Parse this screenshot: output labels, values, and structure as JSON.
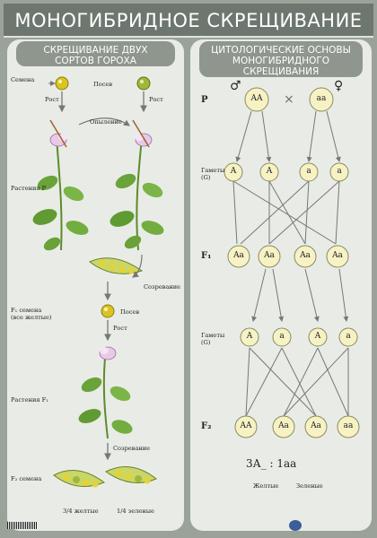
{
  "title": "МОНОГИБРИДНОЕ СКРЕЩИВАНИЕ",
  "left_panel": {
    "heading_line1": "СКРЕЩИВАНИЕ ДВУХ",
    "heading_line2": "СОРТОВ ГОРОХА",
    "seeds_label": "Семена",
    "sowing_label": "Посев",
    "growth_left_label": "Рост",
    "growth_right_label": "Рост",
    "pollination_label": "Опыление",
    "plants_p_label": "Растения Р",
    "ripening_label": "Созревание",
    "f1_seeds_line1": "F₁ семена",
    "f1_seeds_line2": "(все желтые)",
    "sowing2_label": "Посев",
    "growth2_label": "Рост",
    "plants_f1_label": "Растения F₁",
    "ripening2_label": "Созревание",
    "f2_seeds_label": "F₂ семена",
    "ratio_yellow": "3/4 желтые",
    "ratio_green": "1/4 зеленые"
  },
  "right_panel": {
    "heading_line1": "ЦИТОЛОГИЧЕСКИЕ ОСНОВЫ",
    "heading_line2": "МОНОГИБРИДНОГО",
    "heading_line3": "СКРЕЩИВАНИЯ",
    "p_label": "P",
    "male_symbol": "♂",
    "female_symbol": "♀",
    "cross_symbol": "×",
    "p_male_genotype": "AA",
    "p_female_genotype": "aa",
    "gametes1_line1": "Гаметы",
    "gametes1_line2": "(G)",
    "gametes1": [
      "A",
      "A",
      "a",
      "a"
    ],
    "f1_label": "F₁",
    "f1_genotypes": [
      "Aa",
      "Aa",
      "Aa",
      "Aa"
    ],
    "gametes2_line1": "Гаметы",
    "gametes2_line2": "(G)",
    "gametes2": [
      "A",
      "a",
      "A",
      "a"
    ],
    "f2_label": "F₂",
    "f2_genotypes": [
      "AA",
      "Aa",
      "Aa",
      "aa"
    ],
    "ratio_text": "3А_ : 1аа",
    "phenotype_yellow": "Желтые",
    "phenotype_green": "Зеленые"
  },
  "colors": {
    "background": "#9aa29a",
    "panel": "#e9ece6",
    "circle_fill": "#f7f2c4",
    "circle_stroke": "#8a8a60",
    "yellow_seed": "#d9c421",
    "green_seed": "#9fb83c"
  }
}
